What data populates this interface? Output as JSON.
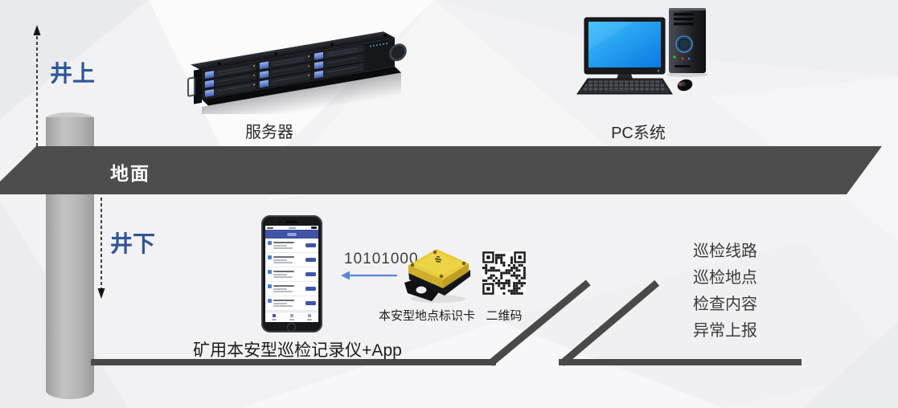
{
  "scene": {
    "surface": {
      "above_label": "井上",
      "ground_label": "地面",
      "server_label": "服务器",
      "pc_label": "PC系统"
    },
    "underground": {
      "below_label": "井下",
      "recorder_label": "矿用本安型巡检记录仪+App",
      "signal_value": "10101000",
      "tag_label": "本安型地点标识卡",
      "qr_label": "二维码",
      "checklist": [
        "巡检线路",
        "巡检地点",
        "检查内容",
        "异常上报"
      ]
    },
    "colors": {
      "zone_text_blue": "#2e5597",
      "ground_gray": "#4d4d4d",
      "signal_arrow_blue": "#5b87d5",
      "app_blue": "#4053a4",
      "tag_yellow": "#e8cc3e",
      "monitor_screen_blue": "#18a4f0"
    }
  }
}
